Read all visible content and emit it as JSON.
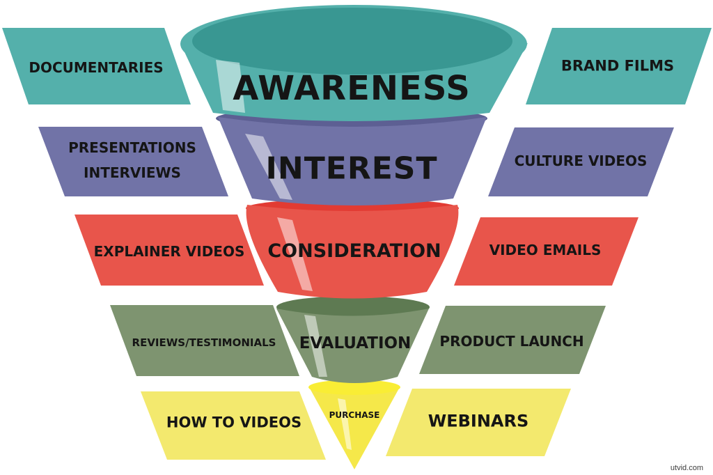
{
  "funnel": {
    "stages": [
      {
        "id": "awareness",
        "label": "AWARENESS",
        "color": "#54b0ab",
        "rim_color": "#399792"
      },
      {
        "id": "interest",
        "label": "INTEREST",
        "color": "#7173a7",
        "rim_color": "#5d5f93"
      },
      {
        "id": "consideration",
        "label": "CONSIDERATION",
        "color": "#e8554b",
        "rim_color": "#e23b33"
      },
      {
        "id": "evaluation",
        "label": "EVALUATION",
        "color": "#7e9470",
        "rim_color": "#5e7a52"
      },
      {
        "id": "purchase",
        "label": "PURCHASE",
        "color": "#f5e84a",
        "rim_color": "#f9ed35"
      }
    ]
  },
  "left_column": [
    {
      "lines": [
        "DOCUMENTARIES"
      ],
      "color": "#54b0ab"
    },
    {
      "lines": [
        "PRESENTATIONS",
        "INTERVIEWS"
      ],
      "color": "#7173a7"
    },
    {
      "lines": [
        "EXPLAINER VIDEOS"
      ],
      "color": "#e8554b"
    },
    {
      "lines": [
        "REVIEWS/TESTIMONIALS"
      ],
      "color": "#7e9470"
    },
    {
      "lines": [
        "HOW TO VIDEOS"
      ],
      "color": "#f3e96e"
    }
  ],
  "right_column": [
    {
      "lines": [
        "BRAND FILMS"
      ],
      "color": "#54b0ab"
    },
    {
      "lines": [
        "CULTURE VIDEOS"
      ],
      "color": "#7173a7"
    },
    {
      "lines": [
        "VIDEO EMAILS"
      ],
      "color": "#e8554b"
    },
    {
      "lines": [
        "PRODUCT LAUNCH"
      ],
      "color": "#7e9470"
    },
    {
      "lines": [
        "WEBINARS"
      ],
      "color": "#f3e96e"
    }
  ],
  "watermark": "utvid.com",
  "text_color": "#151515"
}
